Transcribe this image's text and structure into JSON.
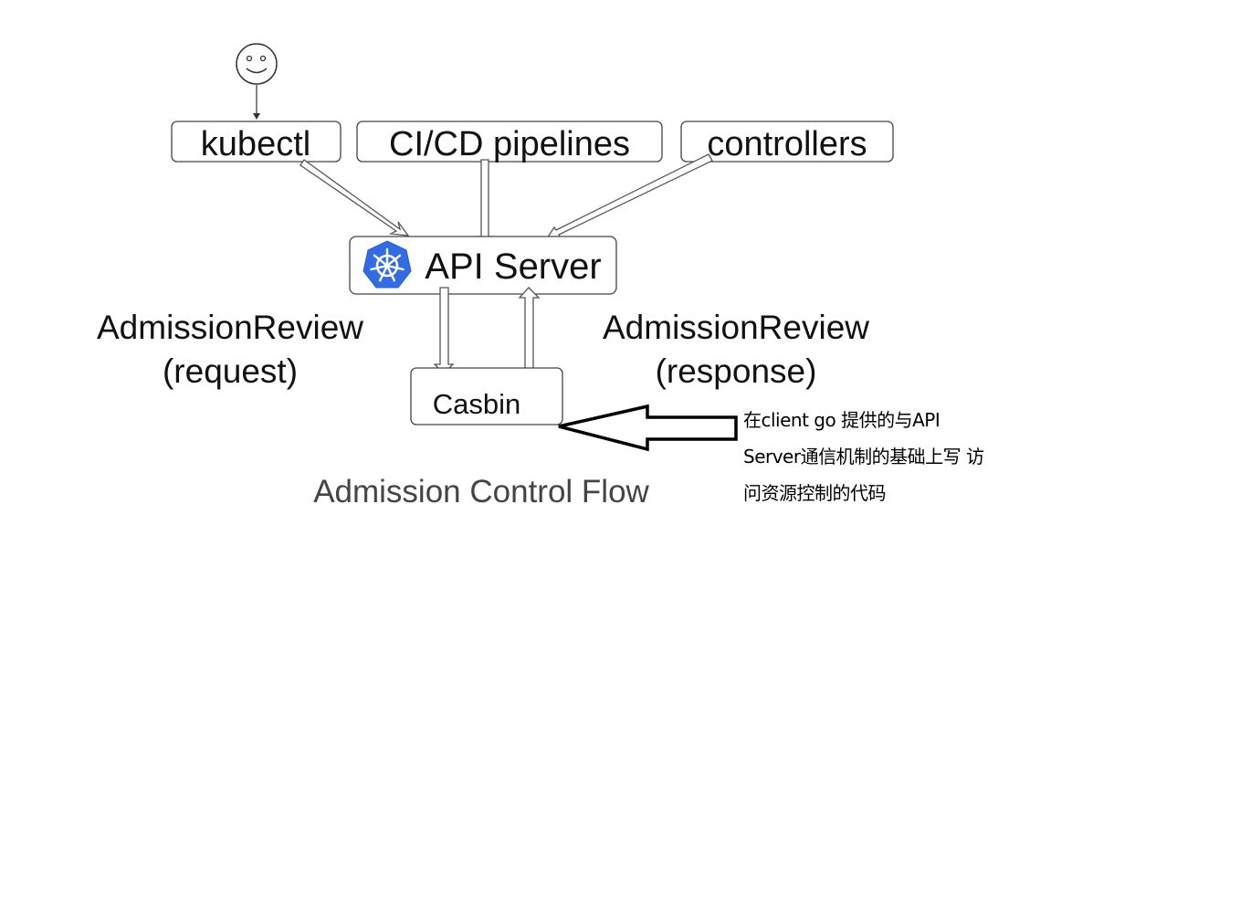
{
  "actors": {
    "user_icon": "smiley-face-icon"
  },
  "clients": {
    "kubectl": "kubectl",
    "cicd": "CI/CD pipelines",
    "controllers": "controllers"
  },
  "api_server": {
    "label": "API Server",
    "icon": "kubernetes-helm-icon",
    "icon_color": "#326ce5"
  },
  "casbin": {
    "label": "Casbin"
  },
  "admission_review": {
    "request_line1": "AdmissionReview",
    "request_line2": "(request)",
    "response_line1": "AdmissionReview",
    "response_line2": "(response)"
  },
  "caption": "Admission Control Flow",
  "note": {
    "line1": "在client go 提供的与API",
    "line2": "Server通信机制的基础上写 访",
    "line3": "问资源控制的代码"
  }
}
